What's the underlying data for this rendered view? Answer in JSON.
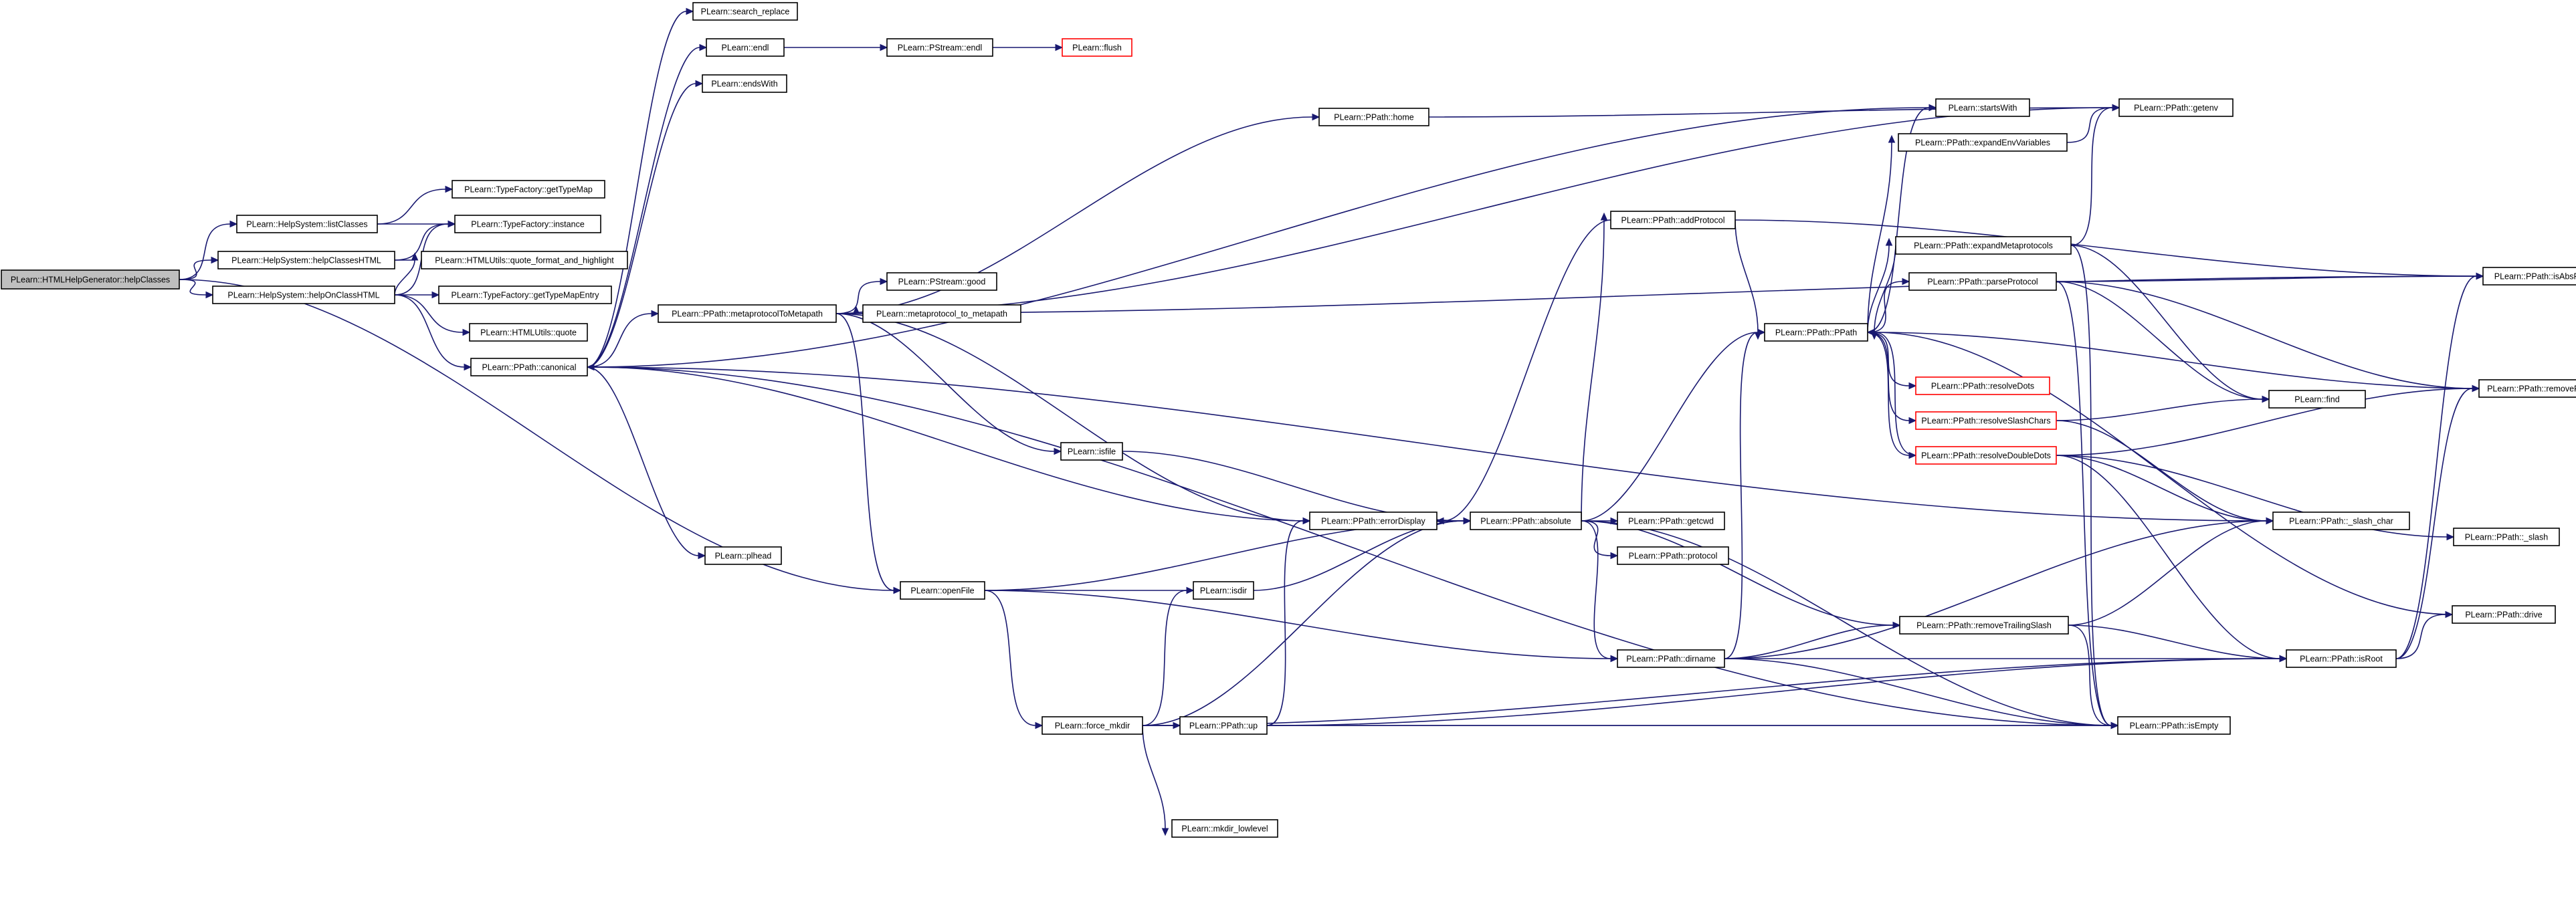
{
  "colors": {
    "edge": "#191970",
    "node_border": "#000000",
    "truncated_border": "#ff0000",
    "root_fill": "#bfbfbf",
    "node_fill": "#ffffff"
  },
  "nodes": [
    {
      "id": "root",
      "label": "PLearn::HTMLHelpGenerator::helpClasses",
      "style": "root"
    },
    {
      "id": "listClasses",
      "label": "PLearn::HelpSystem::listClasses"
    },
    {
      "id": "helpClassesHTML",
      "label": "PLearn::HelpSystem::helpClassesHTML"
    },
    {
      "id": "helpOnClassHTML",
      "label": "PLearn::HelpSystem::helpOnClassHTML"
    },
    {
      "id": "getTypeMap",
      "label": "PLearn::TypeFactory::getTypeMap"
    },
    {
      "id": "instance",
      "label": "PLearn::TypeFactory::instance"
    },
    {
      "id": "quoteFormat",
      "label": "PLearn::HTMLUtils::quote_format_and_highlight"
    },
    {
      "id": "getTypeMapEntry",
      "label": "PLearn::TypeFactory::getTypeMapEntry"
    },
    {
      "id": "htmlQuote",
      "label": "PLearn::HTMLUtils::quote"
    },
    {
      "id": "canonical",
      "label": "PLearn::PPath::canonical"
    },
    {
      "id": "searchReplace",
      "label": "PLearn::search_replace"
    },
    {
      "id": "endl",
      "label": "PLearn::endl"
    },
    {
      "id": "endsWith",
      "label": "PLearn::endsWith"
    },
    {
      "id": "pstreamEndl",
      "label": "PLearn::PStream::endl"
    },
    {
      "id": "flush",
      "label": "PLearn::flush",
      "style": "trunc"
    },
    {
      "id": "metaprotocolToMetapath",
      "label": "PLearn::PPath::metaprotocolToMetapath"
    },
    {
      "id": "pstreamGood",
      "label": "PLearn::PStream::good"
    },
    {
      "id": "metaprotocolToMetapathFn",
      "label": "PLearn::metaprotocol_to_metapath"
    },
    {
      "id": "home",
      "label": "PLearn::PPath::home"
    },
    {
      "id": "isfile",
      "label": "PLearn::isfile"
    },
    {
      "id": "plhead",
      "label": "PLearn::plhead"
    },
    {
      "id": "openFile",
      "label": "PLearn::openFile"
    },
    {
      "id": "isdir",
      "label": "PLearn::isdir"
    },
    {
      "id": "forceMkdir",
      "label": "PLearn::force_mkdir"
    },
    {
      "id": "up",
      "label": "PLearn::PPath::up"
    },
    {
      "id": "mkdirLowlevel",
      "label": "PLearn::mkdir_lowlevel"
    },
    {
      "id": "errorDisplay",
      "label": "PLearn::PPath::errorDisplay"
    },
    {
      "id": "absolute",
      "label": "PLearn::PPath::absolute"
    },
    {
      "id": "getcwd",
      "label": "PLearn::PPath::getcwd"
    },
    {
      "id": "protocol",
      "label": "PLearn::PPath::protocol"
    },
    {
      "id": "dirname",
      "label": "PLearn::PPath::dirname"
    },
    {
      "id": "addProtocol",
      "label": "PLearn::PPath::addProtocol"
    },
    {
      "id": "ppathCtor",
      "label": "PLearn::PPath::PPath"
    },
    {
      "id": "startsWith",
      "label": "PLearn::startsWith"
    },
    {
      "id": "expandEnvVariables",
      "label": "PLearn::PPath::expandEnvVariables"
    },
    {
      "id": "expandMetaprotocols",
      "label": "PLearn::PPath::expandMetaprotocols"
    },
    {
      "id": "parseProtocol",
      "label": "PLearn::PPath::parseProtocol"
    },
    {
      "id": "resolveDots",
      "label": "PLearn::PPath::resolveDots",
      "style": "trunc"
    },
    {
      "id": "resolveSlashChars",
      "label": "PLearn::PPath::resolveSlashChars",
      "style": "trunc"
    },
    {
      "id": "resolveDoubleDots",
      "label": "PLearn::PPath::resolveDoubleDots",
      "style": "trunc"
    },
    {
      "id": "removeTrailingSlash",
      "label": "PLearn::PPath::removeTrailingSlash"
    },
    {
      "id": "getenv",
      "label": "PLearn::PPath::getenv"
    },
    {
      "id": "isAbsPath",
      "label": "PLearn::PPath::isAbsPath"
    },
    {
      "id": "find",
      "label": "PLearn::find"
    },
    {
      "id": "removeProtocol",
      "label": "PLearn::PPath::removeProtocol"
    },
    {
      "id": "slashChar",
      "label": "PLearn::PPath::_slash_char"
    },
    {
      "id": "slash",
      "label": "PLearn::PPath::_slash"
    },
    {
      "id": "drive",
      "label": "PLearn::PPath::drive"
    },
    {
      "id": "isRoot",
      "label": "PLearn::PPath::isRoot"
    },
    {
      "id": "isEmpty",
      "label": "PLearn::PPath::isEmpty"
    }
  ],
  "edges": [
    [
      "root",
      "listClasses"
    ],
    [
      "root",
      "helpClassesHTML"
    ],
    [
      "root",
      "helpOnClassHTML"
    ],
    [
      "root",
      "openFile"
    ],
    [
      "listClasses",
      "getTypeMap"
    ],
    [
      "listClasses",
      "instance"
    ],
    [
      "helpClassesHTML",
      "instance"
    ],
    [
      "helpClassesHTML",
      "quoteFormat"
    ],
    [
      "helpOnClassHTML",
      "instance"
    ],
    [
      "helpOnClassHTML",
      "quoteFormat"
    ],
    [
      "helpOnClassHTML",
      "getTypeMapEntry"
    ],
    [
      "helpOnClassHTML",
      "htmlQuote"
    ],
    [
      "helpOnClassHTML",
      "canonical"
    ],
    [
      "canonical",
      "searchReplace"
    ],
    [
      "canonical",
      "endl"
    ],
    [
      "canonical",
      "endsWith"
    ],
    [
      "canonical",
      "startsWith"
    ],
    [
      "canonical",
      "metaprotocolToMetapath"
    ],
    [
      "canonical",
      "plhead"
    ],
    [
      "canonical",
      "slashChar"
    ],
    [
      "canonical",
      "isEmpty"
    ],
    [
      "endl",
      "pstreamEndl"
    ],
    [
      "pstreamEndl",
      "flush"
    ],
    [
      "metaprotocolToMetapath",
      "pstreamGood"
    ],
    [
      "metaprotocolToMetapath",
      "metaprotocolToMetapathFn"
    ],
    [
      "metaprotocolToMetapath",
      "isfile"
    ],
    [
      "metaprotocolToMetapath",
      "openFile"
    ],
    [
      "metaprotocolToMetapath",
      "errorDisplay"
    ],
    [
      "metaprotocolToMetapath",
      "home"
    ],
    [
      "metaprotocolToMetapath",
      "getenv"
    ],
    [
      "metaprotocolToMetapath",
      "isAbsPath"
    ],
    [
      "home",
      "getenv"
    ],
    [
      "isfile",
      "absolute"
    ],
    [
      "openFile",
      "isdir"
    ],
    [
      "openFile",
      "forceMkdir"
    ],
    [
      "openFile",
      "absolute"
    ],
    [
      "openFile",
      "dirname"
    ],
    [
      "isdir",
      "absolute"
    ],
    [
      "forceMkdir",
      "isdir"
    ],
    [
      "forceMkdir",
      "up"
    ],
    [
      "forceMkdir",
      "mkdirLowlevel"
    ],
    [
      "forceMkdir",
      "absolute"
    ],
    [
      "forceMkdir",
      "isEmpty"
    ],
    [
      "forceMkdir",
      "isRoot"
    ],
    [
      "up",
      "errorDisplay"
    ],
    [
      "up",
      "isEmpty"
    ],
    [
      "up",
      "isRoot"
    ],
    [
      "errorDisplay",
      "canonical"
    ],
    [
      "errorDisplay",
      "absolute"
    ],
    [
      "absolute",
      "getcwd"
    ],
    [
      "absolute",
      "protocol"
    ],
    [
      "absolute",
      "dirname"
    ],
    [
      "absolute",
      "addProtocol"
    ],
    [
      "absolute",
      "ppathCtor"
    ],
    [
      "absolute",
      "removeTrailingSlash"
    ],
    [
      "absolute",
      "isEmpty"
    ],
    [
      "absolute",
      "errorDisplay"
    ],
    [
      "dirname",
      "ppathCtor"
    ],
    [
      "dirname",
      "removeTrailingSlash"
    ],
    [
      "dirname",
      "slashChar"
    ],
    [
      "dirname",
      "isEmpty"
    ],
    [
      "dirname",
      "isRoot"
    ],
    [
      "addProtocol",
      "ppathCtor"
    ],
    [
      "addProtocol",
      "errorDisplay"
    ],
    [
      "addProtocol",
      "isAbsPath"
    ],
    [
      "ppathCtor",
      "startsWith"
    ],
    [
      "ppathCtor",
      "expandEnvVariables"
    ],
    [
      "ppathCtor",
      "expandMetaprotocols"
    ],
    [
      "ppathCtor",
      "parseProtocol"
    ],
    [
      "ppathCtor",
      "resolveDots"
    ],
    [
      "ppathCtor",
      "resolveSlashChars"
    ],
    [
      "ppathCtor",
      "resolveDoubleDots"
    ],
    [
      "expandEnvVariables",
      "getenv"
    ],
    [
      "expandMetaprotocols",
      "getenv"
    ],
    [
      "expandMetaprotocols",
      "find"
    ],
    [
      "expandMetaprotocols",
      "isEmpty"
    ],
    [
      "expandMetaprotocols",
      "ppathCtor"
    ],
    [
      "parseProtocol",
      "isAbsPath"
    ],
    [
      "parseProtocol",
      "removeProtocol"
    ],
    [
      "parseProtocol",
      "isEmpty"
    ],
    [
      "parseProtocol",
      "find"
    ],
    [
      "resolveSlashChars",
      "find"
    ],
    [
      "resolveSlashChars",
      "slashChar"
    ],
    [
      "resolveDoubleDots",
      "slashChar"
    ],
    [
      "resolveDoubleDots",
      "slash"
    ],
    [
      "resolveDoubleDots",
      "isRoot"
    ],
    [
      "resolveDoubleDots",
      "removeProtocol"
    ],
    [
      "resolveDoubleDots",
      "ppathCtor"
    ],
    [
      "removeTrailingSlash",
      "slashChar"
    ],
    [
      "removeTrailingSlash",
      "isEmpty"
    ],
    [
      "removeTrailingSlash",
      "isRoot"
    ],
    [
      "isRoot",
      "drive"
    ],
    [
      "isRoot",
      "isAbsPath"
    ],
    [
      "isRoot",
      "removeProtocol"
    ],
    [
      "drive",
      "ppathCtor"
    ],
    [
      "removeProtocol",
      "ppathCtor"
    ]
  ]
}
